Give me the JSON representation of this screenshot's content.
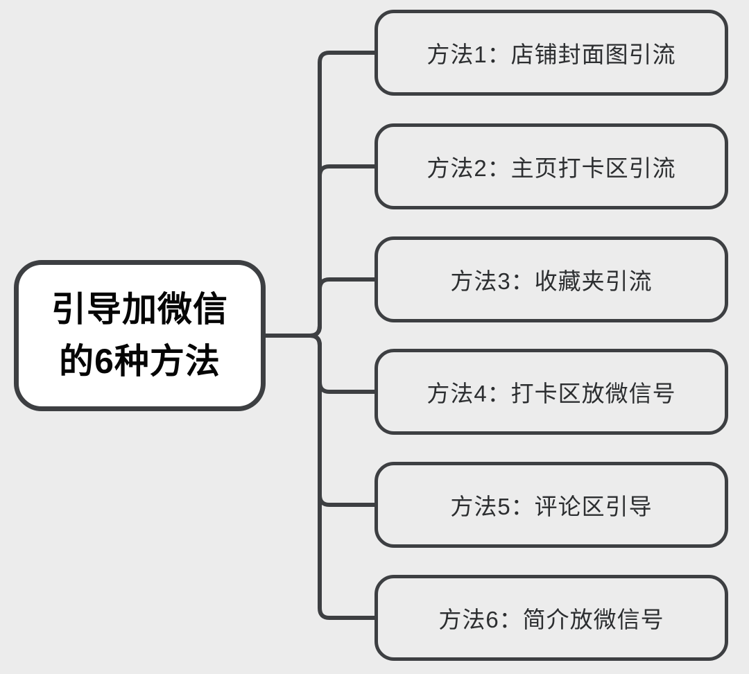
{
  "diagram": {
    "type": "mindmap",
    "root": {
      "lines": [
        "引导加微信",
        "的6种方法"
      ],
      "full_label": "引导加微信的6种方法"
    },
    "branches": [
      {
        "label": "方法1：店铺封面图引流"
      },
      {
        "label": "方法2：主页打卡区引流"
      },
      {
        "label": "方法3：收藏夹引流"
      },
      {
        "label": "方法4：打卡区放微信号"
      },
      {
        "label": "方法5：评论区引导"
      },
      {
        "label": "方法6：简介放微信号"
      }
    ],
    "colors": {
      "background": "#ececec",
      "stroke": "#3d3f42",
      "root_fill": "#ffffff",
      "branch_fill": "#ececec",
      "root_text": "#050505",
      "branch_text": "#2c2e30"
    }
  }
}
